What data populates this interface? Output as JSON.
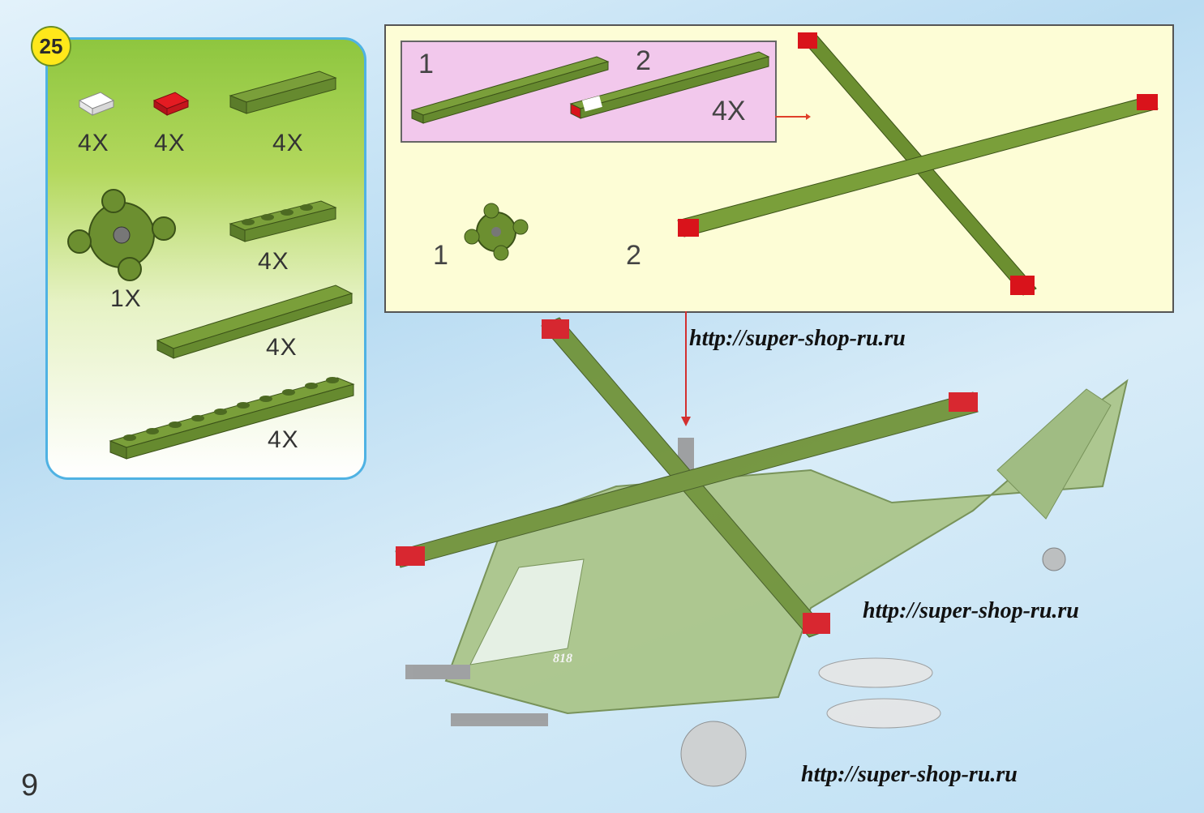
{
  "step": {
    "number": "25",
    "parts": [
      {
        "qty": "4X"
      },
      {
        "qty": "4X"
      },
      {
        "qty": "4X"
      },
      {
        "qty": "1X"
      },
      {
        "qty": "4X"
      },
      {
        "qty": "4X"
      },
      {
        "qty": "4X"
      }
    ],
    "sub_assembly": {
      "label_1": "1",
      "label_2": "2",
      "qty": "4X"
    },
    "assembly_labels": {
      "label_1": "1",
      "label_2": "2"
    }
  },
  "helicopter_number": "818",
  "watermarks": [
    "http://super-shop-ru.ru",
    "http://super-shop-ru.ru",
    "http://super-shop-ru.ru"
  ],
  "page_number": "9",
  "colors": {
    "brick_green": "#6c8f30",
    "brick_red": "#d9131b",
    "panel_border": "#4fb2e3",
    "step_bg": "#fdfdd6",
    "sub_bg": "#f2c8ec",
    "badge": "#ffe81a"
  }
}
